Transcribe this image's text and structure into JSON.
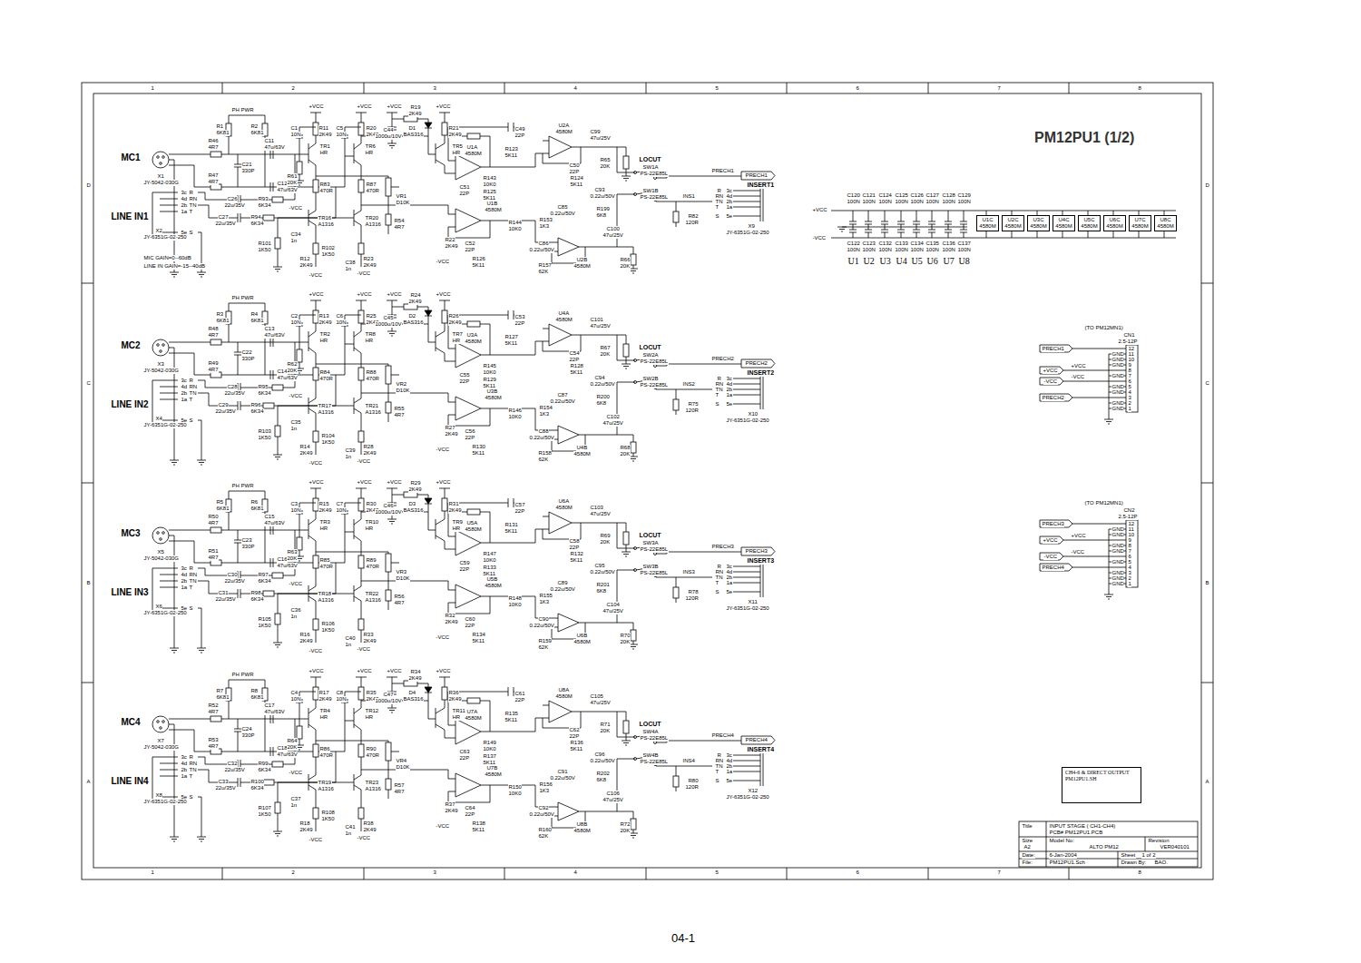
{
  "diagram": {
    "title": "PM12PU1 (1/2)",
    "caption": "04-1",
    "nodes": [
      {
        "text": [
          "U1C",
          "4580M"
        ]
      },
      {
        "text": [
          "U2C",
          "4580M"
        ]
      },
      {
        "text": [
          "U3C",
          "4580M"
        ]
      },
      {
        "text": [
          "U4C",
          "4580M"
        ]
      },
      {
        "text": [
          "U5C",
          "4580M"
        ]
      },
      {
        "text": [
          "U6C",
          "4580M"
        ]
      },
      {
        "text": [
          "U7C",
          "4580M"
        ]
      },
      {
        "text": [
          "U8C",
          "4580M"
        ]
      },
      {
        "text": [
          "CH4-6 & DIRECT OUTPUT",
          "PM12PU1.SH"
        ]
      }
    ],
    "labels": [
      "PH PWR",
      "R1",
      "6K81",
      "R2",
      "6K81",
      "MC1",
      "X1",
      "JY-5042-030G",
      "R46",
      "4R7",
      "C21",
      "330P",
      "C11",
      "47u/63V",
      "R47",
      "4R7",
      "C12",
      "47u/63V",
      "C26",
      "22u/35V",
      "R93",
      "6K34",
      "C27",
      "22u/35V",
      "R94",
      "6K34",
      "LINE IN1",
      "3c",
      "R",
      "4d",
      "RN",
      "2b",
      "TN",
      "1a",
      "T",
      "5e",
      "S",
      "X2",
      "JY-6351G-02-250",
      "+VCC",
      "C1",
      "10N",
      "R11",
      "2K49",
      "TR1",
      "HR",
      "R61",
      "20K",
      "R83",
      "470R",
      "-VCC",
      "+VCC",
      "C5",
      "10N",
      "R20",
      "2K49",
      "TR6",
      "HR",
      "R87",
      "470R",
      "+VCC",
      "R19",
      "2K49",
      "C44",
      "1000u/10V",
      "D1",
      "BAS316",
      "+VCC",
      "R21",
      "2K49",
      "TR5",
      "HR",
      "U1A",
      "4580M",
      "C49",
      "22P",
      "R123",
      "5K11",
      "R143",
      "10K0",
      "C51",
      "22P",
      "R125",
      "5K11",
      "VR1",
      "D10K",
      "R54",
      "4R7",
      "TR16",
      "A1316",
      "TR20",
      "A1316",
      "C34",
      "1n",
      "R101",
      "1K50",
      "R102",
      "1K50",
      "R12",
      "2K49",
      "C38",
      "1n",
      "R23",
      "2K49",
      "-VCC",
      "-VCC",
      "U1B",
      "4580M",
      "R144",
      "10K0",
      "R22",
      "2K49",
      "C52",
      "22P",
      "-VCC",
      "R126",
      "5K11",
      "U2A",
      "4580M",
      "C99",
      "47u/25V",
      "C50",
      "22P",
      "R65",
      "20K",
      "R124",
      "5K11",
      "C93",
      "0.22u/50V",
      "R199",
      "6K8",
      "C85",
      "0.22u/50V",
      "R153",
      "1K3",
      "C86",
      "0.22u/50V",
      "C100",
      "47u/25V",
      "R157",
      "62K",
      "U2B",
      "4580M",
      "R66",
      "20K",
      "LOCUT",
      "SW1A",
      "PS-22E85L",
      "SW1B",
      "PS-22E85L",
      "INS1",
      "PRECH1",
      "PRECH1",
      "INSERT1",
      "R",
      "3c",
      "RN",
      "4d",
      "TN",
      "2b",
      "T",
      "1a",
      "S",
      "5e",
      "R82",
      "120R",
      "X9",
      "JY-6351G-02-250",
      "PH PWR",
      "R3",
      "6K81",
      "R4",
      "6K81",
      "MC2",
      "X3",
      "JY-5042-030G",
      "R48",
      "4R7",
      "C22",
      "330P",
      "C13",
      "47u/63V",
      "R49",
      "4R7",
      "C14",
      "47u/63V",
      "C28",
      "22u/35V",
      "R95",
      "6K34",
      "C29",
      "22u/35V",
      "R96",
      "6K34",
      "LINE IN2",
      "3c",
      "R",
      "4d",
      "RN",
      "2b",
      "TN",
      "1a",
      "T",
      "5e",
      "S",
      "X4",
      "JY-6351G-02-250",
      "+VCC",
      "C2",
      "10N",
      "R13",
      "2K49",
      "TR2",
      "HR",
      "R62",
      "20K",
      "R84",
      "470R",
      "-VCC",
      "+VCC",
      "C6",
      "10N",
      "R25",
      "2K49",
      "TR8",
      "HR",
      "R88",
      "470R",
      "+VCC",
      "R24",
      "2K49",
      "C45",
      "1000u/10V",
      "D2",
      "BAS316",
      "+VCC",
      "R26",
      "2K49",
      "TR7",
      "HR",
      "U3A",
      "4580M",
      "C53",
      "22P",
      "R127",
      "5K11",
      "R145",
      "10K0",
      "C55",
      "22P",
      "R129",
      "5K11",
      "VR2",
      "D10K",
      "R55",
      "4R7",
      "TR17",
      "A1316",
      "TR21",
      "A1316",
      "C35",
      "1n",
      "R103",
      "1K50",
      "R104",
      "1K50",
      "R14",
      "2K49",
      "C39",
      "1n",
      "R28",
      "2K49",
      "-VCC",
      "-VCC",
      "U3B",
      "4580M",
      "R146",
      "10K0",
      "R27",
      "2K49",
      "C56",
      "22P",
      "-VCC",
      "R130",
      "5K11",
      "U4A",
      "4580M",
      "C101",
      "47u/25V",
      "C54",
      "22P",
      "R67",
      "20K",
      "R128",
      "5K11",
      "C94",
      "0.22u/50V",
      "R200",
      "6K8",
      "C87",
      "0.22u/50V",
      "R154",
      "1K3",
      "C88",
      "0.22u/50V",
      "C102",
      "47u/25V",
      "R158",
      "62K",
      "U4B",
      "4580M",
      "R68",
      "20K",
      "LOCUT",
      "SW2A",
      "PS-22E85L",
      "SW2B",
      "PS-22E85L",
      "INS2",
      "PRECH2",
      "PRECH2",
      "INSERT2",
      "R",
      "3c",
      "RN",
      "4d",
      "TN",
      "2b",
      "T",
      "1a",
      "S",
      "5e",
      "R75",
      "120R",
      "X10",
      "JY-6351G-02-250",
      "PH PWR",
      "R5",
      "6K81",
      "R6",
      "6K81",
      "MC3",
      "X5",
      "JY-5042-030G",
      "R50",
      "4R7",
      "C23",
      "330P",
      "C15",
      "47u/63V",
      "R51",
      "4R7",
      "C16",
      "47u/63V",
      "C30",
      "22u/35V",
      "R97",
      "6K34",
      "C31",
      "22u/35V",
      "R98",
      "6K34",
      "LINE IN3",
      "3c",
      "R",
      "4d",
      "RN",
      "2b",
      "TN",
      "1a",
      "T",
      "5e",
      "S",
      "X6",
      "JY-6351G-02-250",
      "+VCC",
      "C3",
      "10N",
      "R15",
      "2K49",
      "TR3",
      "HR",
      "R63",
      "20K",
      "R85",
      "470R",
      "-VCC",
      "+VCC",
      "C7",
      "10N",
      "R30",
      "2K49",
      "TR10",
      "HR",
      "R89",
      "470R",
      "+VCC",
      "R29",
      "2K49",
      "C46",
      "1000u/10V",
      "D3",
      "BAS316",
      "+VCC",
      "R31",
      "2K49",
      "TR9",
      "HR",
      "U5A",
      "4580M",
      "C57",
      "22P",
      "R131",
      "5K11",
      "R147",
      "10K0",
      "C59",
      "22P",
      "R133",
      "5K11",
      "VR3",
      "D10K",
      "R56",
      "4R7",
      "TR18",
      "A1316",
      "TR22",
      "A1316",
      "C36",
      "1n",
      "R105",
      "1K50",
      "R106",
      "1K50",
      "R16",
      "2K49",
      "C40",
      "1n",
      "R33",
      "2K49",
      "-VCC",
      "-VCC",
      "U5B",
      "4580M",
      "R148",
      "10K0",
      "R32",
      "2K49",
      "C60",
      "22P",
      "-VCC",
      "R134",
      "5K11",
      "U6A",
      "4580M",
      "C103",
      "47u/25V",
      "C58",
      "22P",
      "R69",
      "20K",
      "R132",
      "5K11",
      "C95",
      "0.22u/50V",
      "R201",
      "6K8",
      "C89",
      "0.22u/50V",
      "R155",
      "1K3",
      "C90",
      "0.22u/50V",
      "C104",
      "47u/25V",
      "R159",
      "62K",
      "U6B",
      "4580M",
      "R70",
      "20K",
      "LOCUT",
      "SW3A",
      "PS-22E85L",
      "SW3B",
      "PS-22E85L",
      "INS3",
      "PRECH3",
      "PRECH3",
      "INSERT3",
      "R",
      "3c",
      "RN",
      "4d",
      "TN",
      "2b",
      "T",
      "1a",
      "S",
      "5e",
      "R78",
      "120R",
      "X11",
      "JY-6351G-02-250",
      "PH PWR",
      "R7",
      "6K81",
      "R8",
      "6K81",
      "MC4",
      "X7",
      "JY-5042-030G",
      "R52",
      "4R7",
      "C24",
      "330P",
      "C17",
      "47u/63V",
      "R53",
      "4R7",
      "C18",
      "47u/63V",
      "C32",
      "22u/35V",
      "R99",
      "6K34",
      "C33",
      "22u/35V",
      "R100",
      "6K34",
      "LINE IN4",
      "3c",
      "R",
      "4d",
      "RN",
      "2b",
      "TN",
      "1a",
      "T",
      "5e",
      "S",
      "X8",
      "JY-6351G-02-250",
      "+VCC",
      "C4",
      "10N",
      "R17",
      "2K49",
      "TR4",
      "HR",
      "R64",
      "20K",
      "R86",
      "470R",
      "-VCC",
      "+VCC",
      "C8",
      "10N",
      "R35",
      "2K49",
      "TR12",
      "HR",
      "R90",
      "470R",
      "+VCC",
      "R34",
      "2K49",
      "C47",
      "1000u/10V",
      "D4",
      "BAS316",
      "+VCC",
      "R36",
      "2K49",
      "TR11",
      "HR",
      "U7A",
      "4580M",
      "C61",
      "22P",
      "R135",
      "5K11",
      "R149",
      "10K0",
      "C63",
      "22P",
      "R137",
      "5K11",
      "VR4",
      "D10K",
      "R57",
      "4R7",
      "TR19",
      "A1316",
      "TR23",
      "A1316",
      "C37",
      "1n",
      "R107",
      "1K50",
      "R108",
      "1K50",
      "R18",
      "2K49",
      "C41",
      "1n",
      "R38",
      "2K49",
      "-VCC",
      "-VCC",
      "U7B",
      "4580M",
      "R150",
      "10K0",
      "R37",
      "2K49",
      "C64",
      "22P",
      "-VCC",
      "R138",
      "5K11",
      "U8A",
      "4580M",
      "C105",
      "47u/25V",
      "C62",
      "22P",
      "R71",
      "20K",
      "R136",
      "5K11",
      "C96",
      "0.22u/50V",
      "R202",
      "6K8",
      "C91",
      "0.22u/50V",
      "R156",
      "1K3",
      "C92",
      "0.22u/50V",
      "C106",
      "47u/25V",
      "R160",
      "62K",
      "U8B",
      "4580M",
      "R72",
      "20K",
      "LOCUT",
      "SW4A",
      "PS-22E85L",
      "SW4B",
      "PS-22E85L",
      "INS4",
      "PRECH4",
      "PRECH4",
      "INSERT4",
      "R",
      "3c",
      "RN",
      "4d",
      "TN",
      "2b",
      "T",
      "1a",
      "S",
      "5e",
      "R80",
      "120R",
      "X12",
      "JY-6351G-02-250",
      "MIC GAIN=0--60dB",
      "LINE IN GAIN=-15--40dB",
      "+VCC",
      "-VCC",
      "C120",
      "100N",
      "C121",
      "100N",
      "C124",
      "100N",
      "C125",
      "100N",
      "C126",
      "100N",
      "C127",
      "100N",
      "C128",
      "100N",
      "C129",
      "100N",
      "C122",
      "100N",
      "C123",
      "100N",
      "C132",
      "100N",
      "C133",
      "100N",
      "C134",
      "100N",
      "C135",
      "100N",
      "C136",
      "100N",
      "C137",
      "100N",
      "U1",
      "U2",
      "U3",
      "U4",
      "U5",
      "U6",
      "U7",
      "U8",
      "(TO PM12MN1)",
      "CN1",
      "2.5-12P",
      "PRECH1",
      "+VCC",
      "+VCC",
      "-VCC",
      "-VCC",
      "PRECH2",
      "12",
      "11",
      "GND",
      "10",
      "GND",
      "9",
      "GND",
      "8",
      "7",
      "GND",
      "6",
      "5",
      "GND",
      "4",
      "GND",
      "3",
      "2",
      "GND",
      "1",
      "GND",
      "(TO PM12MN1)",
      "CN2",
      "2.5-12P",
      "PRECH3",
      "+VCC",
      "+VCC",
      "-VCC",
      "-VCC",
      "PRECH4",
      "12",
      "11",
      "GND",
      "10",
      "GND",
      "9",
      "8",
      "GND",
      "7",
      "GND",
      "6",
      "5",
      "GND",
      "4",
      "3",
      "GND",
      "2",
      "GND",
      "1",
      "GND",
      "Title",
      "INPUT STAGE ( CH1-CH4)",
      "PCB# PM12PU1.PCB",
      "Size",
      "A2",
      "Model No:",
      "ALTO PM12",
      "Revision",
      "VER040101",
      "Date:",
      "6-Jan-2004",
      "Sheet",
      "1 of 2",
      "File:",
      "PM12PU1.Sch",
      "Drawn By:",
      "BAO.",
      "1",
      "2",
      "3",
      "4",
      "5",
      "6",
      "7",
      "8",
      "1",
      "2",
      "3",
      "4",
      "5",
      "6",
      "7",
      "8",
      "D",
      "C",
      "B",
      "A",
      "D",
      "C",
      "B",
      "A"
    ]
  }
}
